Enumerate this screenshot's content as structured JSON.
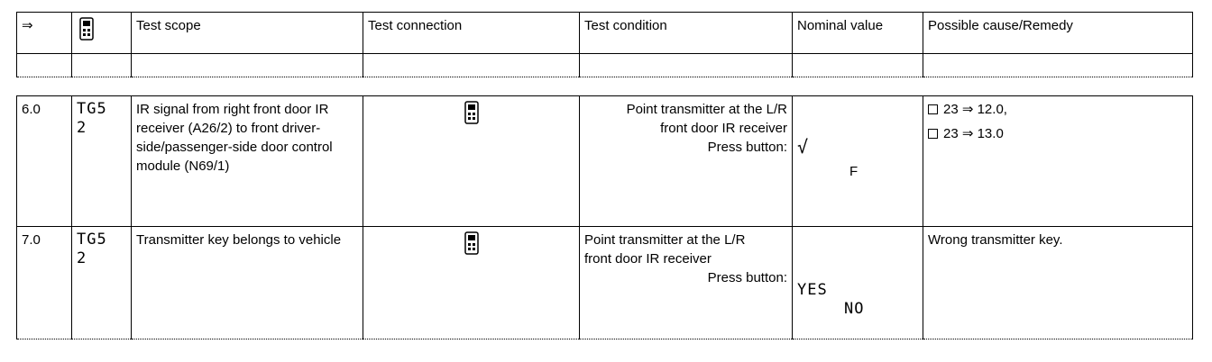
{
  "header": {
    "arrow": "⇒",
    "columns": [
      "Test scope",
      "Test connection",
      "Test condition",
      "Nominal value",
      "Possible cause/Remedy"
    ]
  },
  "rows": [
    {
      "step": "6.0",
      "code": "TG5 2",
      "scope": "IR signal from right front door IR receiver (A26/2) to front driver-side/passenger-side door control module (N69/1)",
      "condition_lines": [
        "Point transmitter at the L/R",
        "front door IR receiver",
        "Press button:"
      ],
      "nominal_1": "√",
      "nominal_2": "F",
      "remedies": [
        "23 ⇒ 12.0,",
        "23 ⇒ 13.0"
      ]
    },
    {
      "step": "7.0",
      "code": "TG5 2",
      "scope": "Transmitter key belongs to vehicle",
      "condition_lines": [
        "Point transmitter at the L/R",
        "front door IR receiver",
        "Press button:"
      ],
      "nominal_1": "YES",
      "nominal_2": "NO",
      "remedy": "Wrong transmitter key."
    }
  ]
}
